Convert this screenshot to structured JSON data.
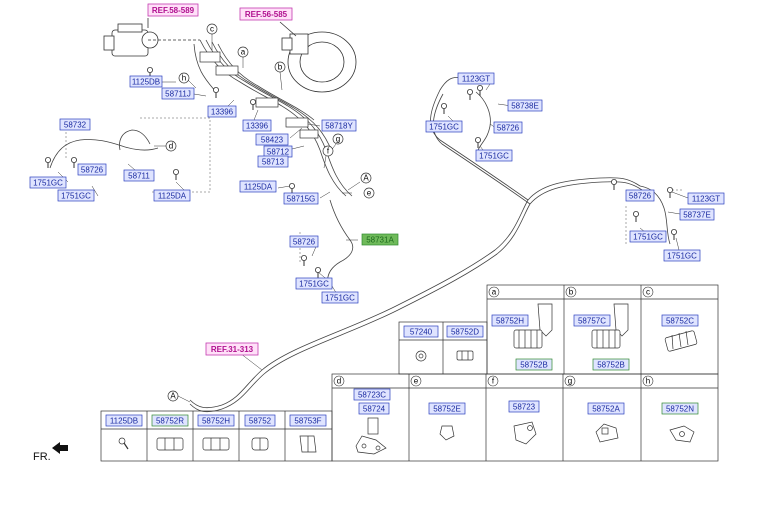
{
  "colors": {
    "line": "#333333",
    "part_box_stroke": "#2a3fbf",
    "part_box_fill": "#dfe4ff",
    "part_text": "#1a2aa0",
    "green_box_stroke": "#2f8a2f",
    "green_text": "#1d6a1d",
    "highlight_fill": "#6fba5a",
    "ref_box_fill": "#ffe0f8",
    "ref_box_stroke": "#c43bb0",
    "ref_text": "#b0108f"
  },
  "refs": {
    "r1": "REF.58-589",
    "r2": "REF.56-585",
    "r3": "REF.31-313"
  },
  "parts_main": {
    "p1": "1125DB",
    "p2": "58711J",
    "p3": "13396",
    "p4": "13396",
    "p5": "58423",
    "p6": "58718Y",
    "p7": "58712",
    "p8": "58713",
    "p9": "58732",
    "p10": "58726",
    "p11": "58711",
    "p12": "1751GC",
    "p13": "1751GC",
    "p14": "1125DA",
    "p15": "1125DA",
    "p16": "58715G",
    "p17": "58726",
    "p18": "58731A",
    "p19": "1751GC",
    "p20": "1751GC",
    "p21": "1123GT",
    "p22": "58738E",
    "p23": "1751GC",
    "p24": "58726",
    "p25": "1751GC",
    "p26": "58726",
    "p27": "1123GT",
    "p28": "58737E",
    "p29": "1751GC",
    "p30": "1751GC"
  },
  "callouts": {
    "a": "a",
    "b": "b",
    "c": "c",
    "d": "d",
    "e": "e",
    "f": "f",
    "g": "g",
    "h": "h",
    "A1": "A",
    "A2": "A"
  },
  "table": {
    "headers": {
      "a": "a",
      "b": "b",
      "c": "c",
      "d": "d",
      "e": "e",
      "f": "f",
      "g": "g",
      "h": "h"
    },
    "cells": {
      "c57240": "57240",
      "c58752D": "58752D",
      "a_top": "58752H",
      "a_bot": "58752B",
      "b_top": "58757C",
      "b_bot": "58752B",
      "c_part": "58752C",
      "d_top": "58723C",
      "d_part": "58724",
      "e_part": "58752E",
      "f_part": "58723",
      "g_part": "58752A",
      "h_part": "58752N",
      "bt1": "1125DB",
      "bt2": "58752R",
      "bt3": "58752H",
      "bt4": "58752",
      "bt5": "58753F"
    }
  },
  "fr_label": "FR."
}
